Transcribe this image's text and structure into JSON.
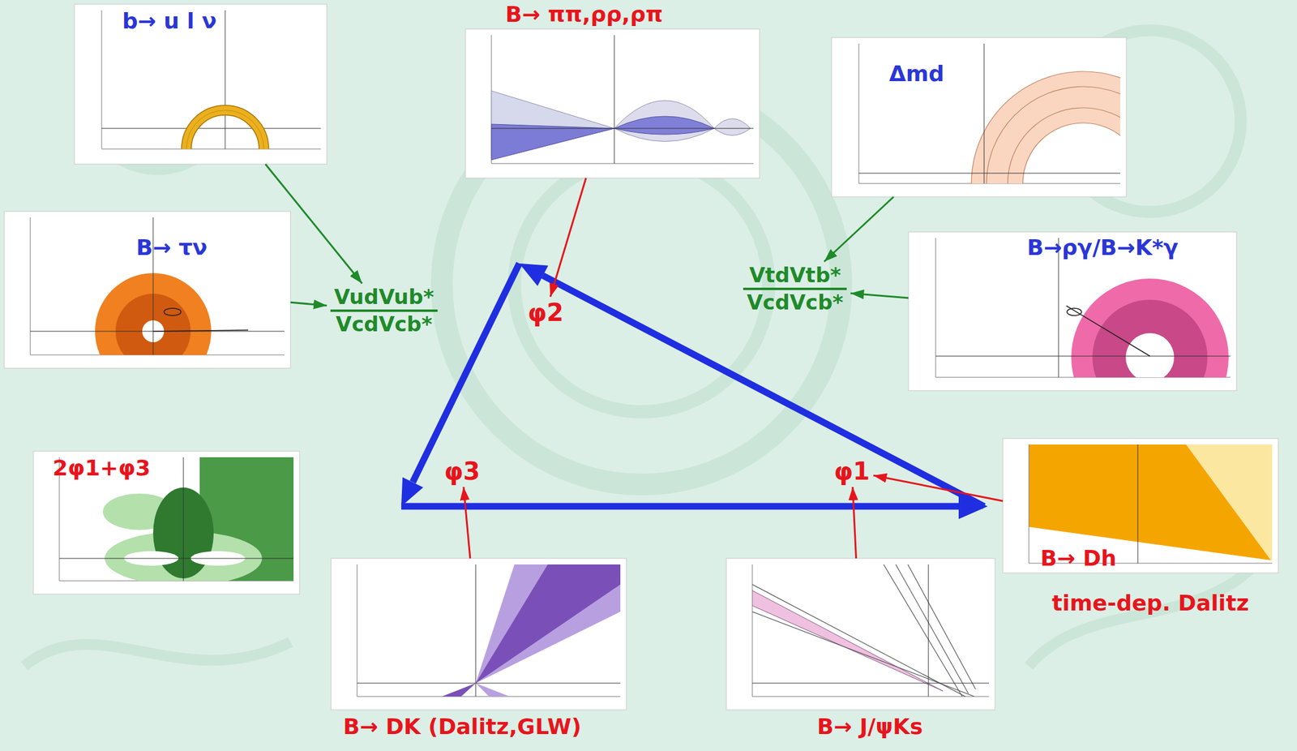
{
  "diagram": {
    "nodes": [
      {
        "text": [
          "b→ u l ν"
        ]
      },
      {
        "text": [
          "B→ ππ,ρρ,ρπ"
        ]
      },
      {
        "text": [
          "Δmd"
        ]
      },
      {
        "text": [
          "B→ τν"
        ]
      },
      {
        "text": [
          "φ2"
        ]
      },
      {
        "text": [
          "VudVub*",
          "VcdVcb*"
        ]
      },
      {
        "text": [
          "VtdVtb*",
          "VcdVcb*"
        ]
      },
      {
        "text": [
          "B→ργ/B→K*γ"
        ]
      },
      {
        "text": [
          "φ3"
        ]
      },
      {
        "text": [
          "φ1"
        ]
      },
      {
        "text": [
          "2φ1+φ3"
        ]
      },
      {
        "text": [
          "B→ Dh",
          "time-dep. Dalitz"
        ]
      },
      {
        "text": [
          "B→ DK (Dalitz,GLW)"
        ]
      },
      {
        "text": [
          "B→ J/ψKs"
        ]
      }
    ],
    "edges": [
      {
        "from": 0,
        "to": 5,
        "arrow": "to"
      },
      {
        "from": 3,
        "to": 5,
        "arrow": "to"
      },
      {
        "from": 2,
        "to": 6,
        "arrow": "to"
      },
      {
        "from": 7,
        "to": 6,
        "arrow": "to"
      },
      {
        "from": 1,
        "to": 4,
        "arrow": "to"
      },
      {
        "from": 12,
        "to": 8,
        "arrow": "to"
      },
      {
        "from": 13,
        "to": 9,
        "arrow": "to"
      },
      {
        "from": 11,
        "to": 9,
        "arrow": "to"
      }
    ]
  }
}
